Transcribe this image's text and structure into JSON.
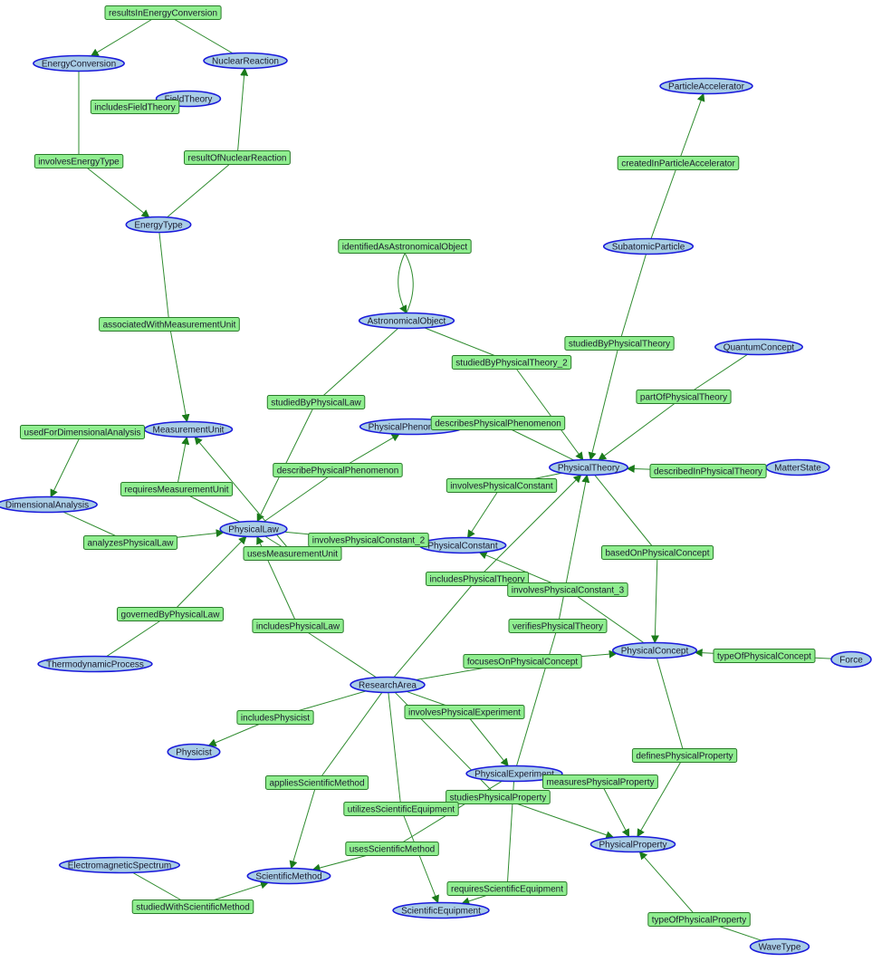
{
  "colors": {
    "node_fill": "#a9cde6",
    "node_stroke": "#1a1adb",
    "relation_fill": "#90ee90",
    "relation_stroke": "#2a7a2a",
    "edge": "#2e8b2e"
  },
  "nodes": {
    "EnergyConversion": "EnergyConversion",
    "NuclearReaction": "NuclearReaction",
    "FieldTheory": "FieldTheory",
    "EnergyType": "EnergyType",
    "ParticleAccelerator": "ParticleAccelerator",
    "SubatomicParticle": "SubatomicParticle",
    "AstronomicalObject": "AstronomicalObject",
    "QuantumConcept": "QuantumConcept",
    "MeasurementUnit": "MeasurementUnit",
    "PhysicalPhenomenon": "PhysicalPhenomenon",
    "PhysicalTheory": "PhysicalTheory",
    "MatterState": "MatterState",
    "DimensionalAnalysis": "DimensionalAnalysis",
    "PhysicalLaw": "PhysicalLaw",
    "PhysicalConstant": "PhysicalConstant",
    "PhysicalConcept": "PhysicalConcept",
    "Force": "Force",
    "ThermodynamicProcess": "ThermodynamicProcess",
    "ResearchArea": "ResearchArea",
    "Physicist": "Physicist",
    "PhysicalExperiment": "PhysicalExperiment",
    "PhysicalProperty": "PhysicalProperty",
    "ElectromagneticSpectrum": "ElectromagneticSpectrum",
    "ScientificMethod": "ScientificMethod",
    "ScientificEquipment": "ScientificEquipment",
    "WaveType": "WaveType"
  },
  "relations": {
    "resultsInEnergyConversion": "resultsInEnergyConversion",
    "includesFieldTheory": "includesFieldTheory",
    "involvesEnergyType": "involvesEnergyType",
    "resultOfNuclearReaction": "resultOfNuclearReaction",
    "createdInParticleAccelerator": "createdInParticleAccelerator",
    "identifiedAsAstronomicalObject": "identifiedAsAstronomicalObject",
    "associatedWithMeasurementUnit": "associatedWithMeasurementUnit",
    "studiedByPhysicalTheory": "studiedByPhysicalTheory",
    "studiedByPhysicalTheory_2": "studiedByPhysicalTheory_2",
    "partOfPhysicalTheory": "partOfPhysicalTheory",
    "studiedByPhysicalLaw": "studiedByPhysicalLaw",
    "usedForDimensionalAnalysis": "usedForDimensionalAnalysis",
    "describesPhysicalPhenomenon": "describesPhysicalPhenomenon",
    "describePhysicalPhenomenon": "describePhysicalPhenomenon",
    "describedInPhysicalTheory": "describedInPhysicalTheory",
    "involvesPhysicalConstant": "involvesPhysicalConstant",
    "requiresMeasurementUnit": "requiresMeasurementUnit",
    "analyzesPhysicalLaw": "analyzesPhysicalLaw",
    "involvesPhysicalConstant_2": "involvesPhysicalConstant_2",
    "usesMeasurementUnit": "usesMeasurementUnit",
    "basedOnPhysicalConcept": "basedOnPhysicalConcept",
    "includesPhysicalTheory": "includesPhysicalTheory",
    "involvesPhysicalConstant_3": "involvesPhysicalConstant_3",
    "governedByPhysicalLaw": "governedByPhysicalLaw",
    "includesPhysicalLaw": "includesPhysicalLaw",
    "verifiesPhysicalTheory": "verifiesPhysicalTheory",
    "focusesOnPhysicalConcept": "focusesOnPhysicalConcept",
    "typeOfPhysicalConcept": "typeOfPhysicalConcept",
    "includesPhysicist": "includesPhysicist",
    "involvesPhysicalExperiment": "involvesPhysicalExperiment",
    "definesPhysicalProperty": "definesPhysicalProperty",
    "appliesScientificMethod": "appliesScientificMethod",
    "measuresPhysicalProperty": "measuresPhysicalProperty",
    "studiesPhysicalProperty": "studiesPhysicalProperty",
    "utilizesScientificEquipment": "utilizesScientificEquipment",
    "usesScientificMethod": "usesScientificMethod",
    "requiresScientificEquipment": "requiresScientificEquipment",
    "studiedWithScientificMethod": "studiedWithScientificMethod",
    "typeOfPhysicalProperty": "typeOfPhysicalProperty"
  },
  "edges": [
    [
      "NuclearReaction",
      "resultsInEnergyConversion",
      "EnergyConversion"
    ],
    [
      "FieldTheory",
      "includesFieldTheory",
      "FieldTheory"
    ],
    [
      "EnergyConversion",
      "involvesEnergyType",
      "EnergyType"
    ],
    [
      "EnergyType",
      "resultOfNuclearReaction",
      "NuclearReaction"
    ],
    [
      "SubatomicParticle",
      "createdInParticleAccelerator",
      "ParticleAccelerator"
    ],
    [
      "AstronomicalObject",
      "identifiedAsAstronomicalObject",
      "AstronomicalObject"
    ],
    [
      "EnergyType",
      "associatedWithMeasurementUnit",
      "MeasurementUnit"
    ],
    [
      "SubatomicParticle",
      "studiedByPhysicalTheory",
      "PhysicalTheory"
    ],
    [
      "AstronomicalObject",
      "studiedByPhysicalTheory_2",
      "PhysicalTheory"
    ],
    [
      "QuantumConcept",
      "partOfPhysicalTheory",
      "PhysicalTheory"
    ],
    [
      "AstronomicalObject",
      "studiedByPhysicalLaw",
      "PhysicalLaw"
    ],
    [
      "MeasurementUnit",
      "usedForDimensionalAnalysis",
      "DimensionalAnalysis"
    ],
    [
      "PhysicalTheory",
      "describesPhysicalPhenomenon",
      "PhysicalPhenomenon"
    ],
    [
      "PhysicalLaw",
      "describePhysicalPhenomenon",
      "PhysicalPhenomenon"
    ],
    [
      "MatterState",
      "describedInPhysicalTheory",
      "PhysicalTheory"
    ],
    [
      "PhysicalTheory",
      "involvesPhysicalConstant",
      "PhysicalConstant"
    ],
    [
      "PhysicalLaw",
      "requiresMeasurementUnit",
      "MeasurementUnit"
    ],
    [
      "DimensionalAnalysis",
      "analyzesPhysicalLaw",
      "PhysicalLaw"
    ],
    [
      "PhysicalLaw",
      "involvesPhysicalConstant_2",
      "PhysicalConstant"
    ],
    [
      "PhysicalLaw",
      "usesMeasurementUnit",
      "MeasurementUnit"
    ],
    [
      "PhysicalTheory",
      "basedOnPhysicalConcept",
      "PhysicalConcept"
    ],
    [
      "ResearchArea",
      "includesPhysicalTheory",
      "PhysicalTheory"
    ],
    [
      "PhysicalConcept",
      "involvesPhysicalConstant_3",
      "PhysicalConstant"
    ],
    [
      "ThermodynamicProcess",
      "governedByPhysicalLaw",
      "PhysicalLaw"
    ],
    [
      "ResearchArea",
      "includesPhysicalLaw",
      "PhysicalLaw"
    ],
    [
      "PhysicalExperiment",
      "verifiesPhysicalTheory",
      "PhysicalTheory"
    ],
    [
      "ResearchArea",
      "focusesOnPhysicalConcept",
      "PhysicalConcept"
    ],
    [
      "Force",
      "typeOfPhysicalConcept",
      "PhysicalConcept"
    ],
    [
      "ResearchArea",
      "includesPhysicist",
      "Physicist"
    ],
    [
      "ResearchArea",
      "involvesPhysicalExperiment",
      "PhysicalExperiment"
    ],
    [
      "PhysicalConcept",
      "definesPhysicalProperty",
      "PhysicalProperty"
    ],
    [
      "ResearchArea",
      "appliesScientificMethod",
      "ScientificMethod"
    ],
    [
      "PhysicalExperiment",
      "measuresPhysicalProperty",
      "PhysicalProperty"
    ],
    [
      "ResearchArea",
      "studiesPhysicalProperty",
      "PhysicalProperty"
    ],
    [
      "ResearchArea",
      "utilizesScientificEquipment",
      "ScientificEquipment"
    ],
    [
      "PhysicalExperiment",
      "usesScientificMethod",
      "ScientificMethod"
    ],
    [
      "PhysicalExperiment",
      "requiresScientificEquipment",
      "ScientificEquipment"
    ],
    [
      "ElectromagneticSpectrum",
      "studiedWithScientificMethod",
      "ScientificMethod"
    ],
    [
      "WaveType",
      "typeOfPhysicalProperty",
      "PhysicalProperty"
    ]
  ]
}
